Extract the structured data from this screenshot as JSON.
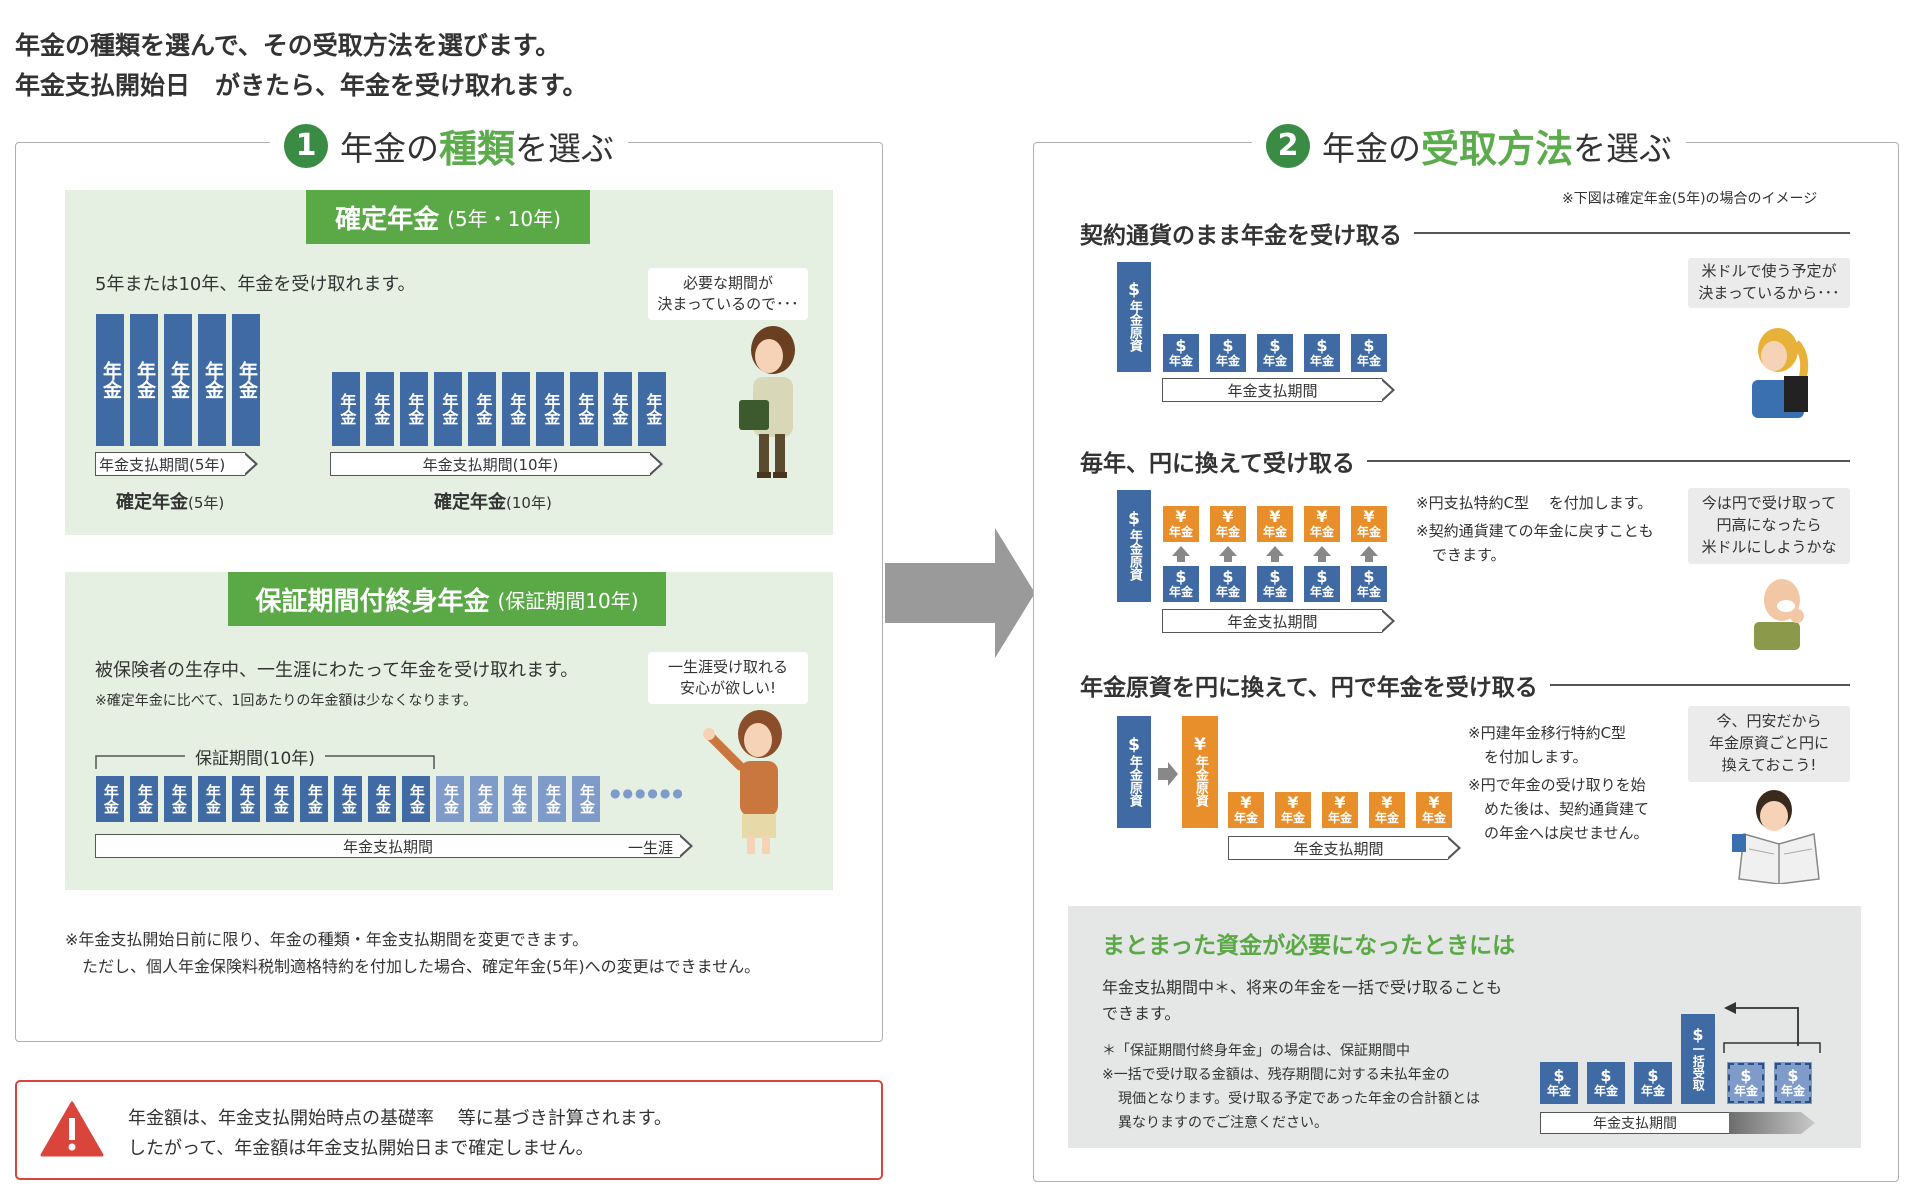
{
  "intro": {
    "line1": "年金の種類を選んで、その受取方法を選びます。",
    "line2": "年金支払開始日　がきたら、年金を受け取れます。"
  },
  "step1": {
    "num": "1",
    "pre": "年金の",
    "hl": "種類",
    "post": "を選ぶ",
    "fixed": {
      "label": "確定年金",
      "label_sub": "(5年・10年)",
      "desc": "5年または10年、年金を受け取れます。",
      "bubble": "必要な期間が\n決まっているので･･･",
      "block_text": "年金",
      "period5": "年金支払期間(5年)",
      "period10": "年金支払期間(10年)",
      "cap5_b": "確定年金",
      "cap5_s": "(5年)",
      "cap10_b": "確定年金",
      "cap10_s": "(10年)"
    },
    "guarantee": {
      "label": "保証期間付終身年金",
      "label_sub": "(保証期間10年)",
      "desc": "被保険者の生存中、一生涯にわたって年金を受け取れます。",
      "note": "※確定年金に比べて、1回あたりの年金額は少なくなります。",
      "bubble": "一生涯受け取れる\n安心が欲しい!",
      "bracket": "保証期間(10年)",
      "period": "年金支払期間",
      "period_end": "一生涯",
      "dots": "●●●●●●"
    },
    "footnote1": "※年金支払開始日前に限り、年金の種類・年金支払期間を変更できます。",
    "footnote2": "ただし、個人年金保険料税制適格特約を付加した場合、確定年金(5年)への変更はできません。"
  },
  "warning": {
    "line1": "年金額は、年金支払開始時点の基礎率　 等に基づき計算されます。",
    "line2": "したがって、年金額は年金支払開始日まで確定しません。"
  },
  "step2": {
    "num": "2",
    "pre": "年金の",
    "hl": "受取方法",
    "post": "を選ぶ",
    "image_note": "※下図は確定年金(5年)の場合のイメージ",
    "usd_symbol": "$",
    "jpy_symbol": "¥",
    "principal": "年金原資",
    "block_text": "年金",
    "period": "年金支払期間",
    "s1": {
      "title": "契約通貨のまま年金を受け取る",
      "bubble": "米ドルで使う予定が\n決まっているから･･･"
    },
    "s2": {
      "title": "毎年、円に換えて受け取る",
      "note1": "※円支払特約C型　 を付加します。",
      "note2a": "※契約通貨建ての年金に戻すことも",
      "note2b": "できます。",
      "bubble": "今は円で受け取って\n円高になったら\n米ドルにしようかな"
    },
    "s3": {
      "title": "年金原資を円に換えて、円で年金を受け取る",
      "note1a": "※円建年金移行特約C型",
      "note1b": "を付加します。",
      "note2a": "※円で年金の受け取りを始",
      "note2b": "めた後は、契約通貨建て",
      "note2c": "の年金へは戻せません。",
      "bubble": "今、円安だから\n年金原資ごと円に\n換えておこう!"
    },
    "lump": {
      "title": "まとまった資金が必要になったときには",
      "desc1": "年金支払期間中＊、将来の年金を一括で受け取ることも",
      "desc2": "できます。",
      "note1": "＊「保証期間付終身年金」の場合は、保証期間中",
      "note2a": "※一括で受け取る金額は、残存期間に対する未払年金の",
      "note2b": "現価となります。受け取る予定であった年金の合計額とは",
      "note2c": "異なりますのでご注意ください。",
      "lump_block": "一括受取"
    }
  },
  "colors": {
    "usd_block": "#3f6aa3",
    "usd_light": "#7e9bc9",
    "jpy_block": "#e88f2c",
    "accent_green": "#5aa946",
    "step_green": "#3a8b44",
    "warning_red": "#d9453b"
  }
}
